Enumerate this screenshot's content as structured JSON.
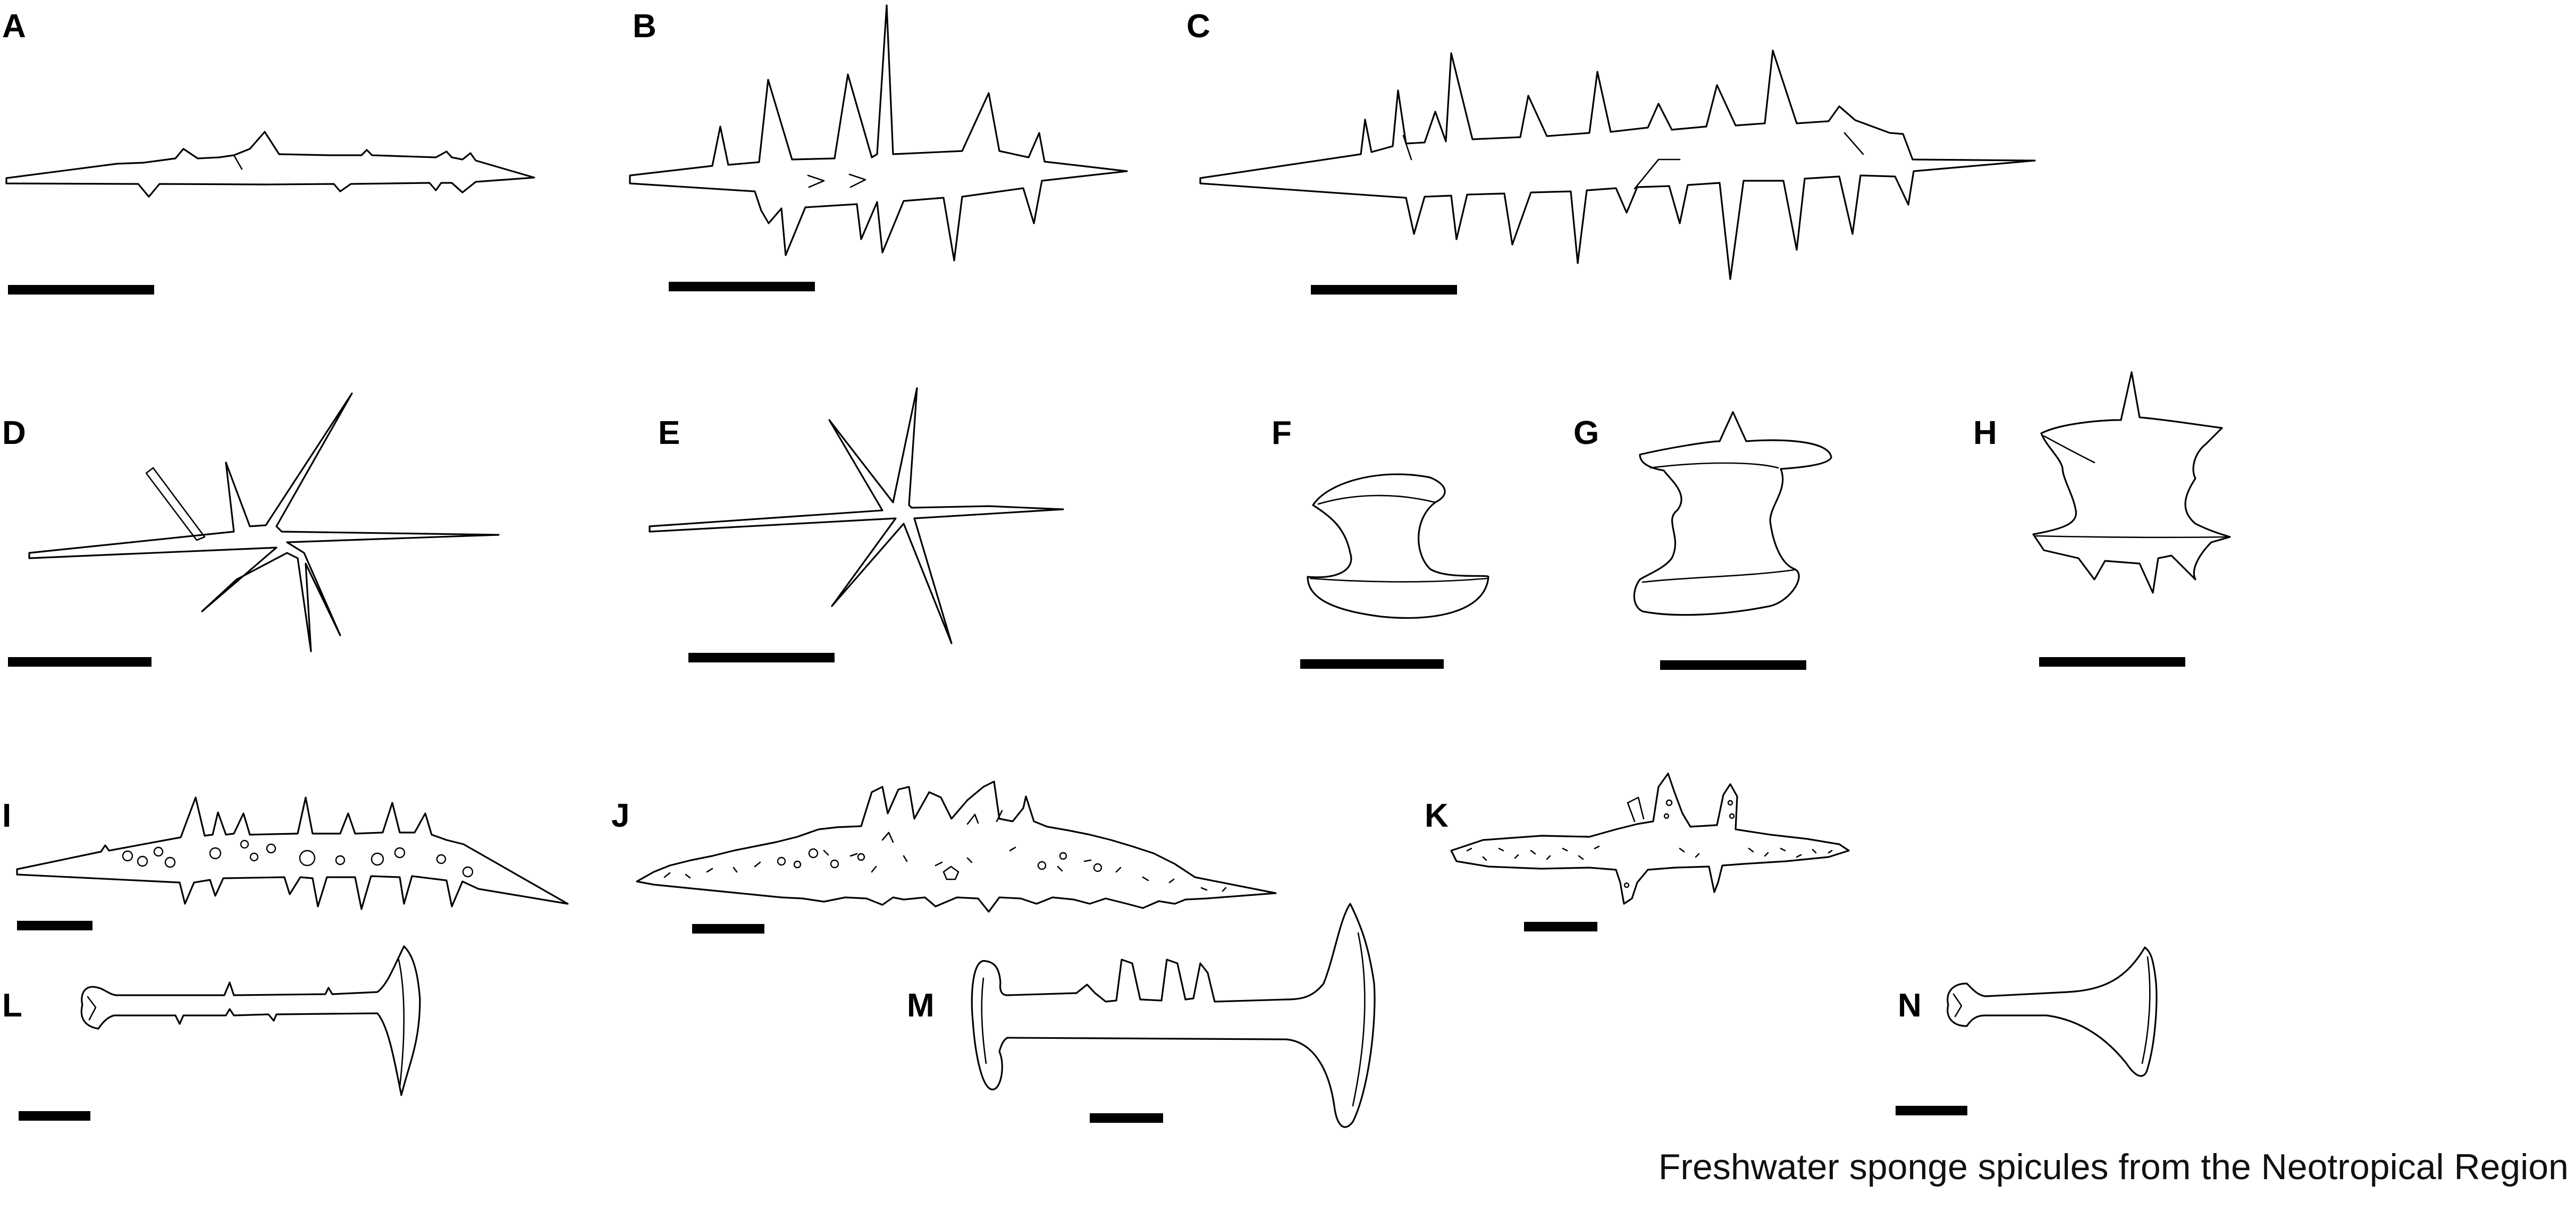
{
  "caption": "Freshwater sponge spicules from the Neotropical Region",
  "panels": [
    {
      "label": "A"
    },
    {
      "label": "B"
    },
    {
      "label": "C"
    },
    {
      "label": "D"
    },
    {
      "label": "E"
    },
    {
      "label": "F"
    },
    {
      "label": "G"
    },
    {
      "label": "H"
    },
    {
      "label": "I"
    },
    {
      "label": "J"
    },
    {
      "label": "K"
    },
    {
      "label": "L"
    },
    {
      "label": "M"
    },
    {
      "label": "N"
    }
  ]
}
